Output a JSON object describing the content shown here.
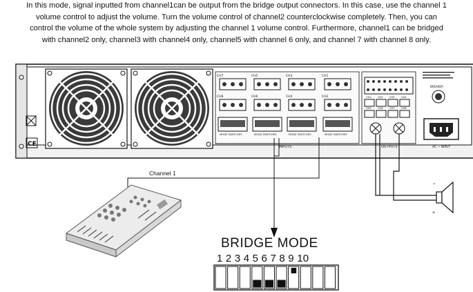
{
  "description_lines": [
    "In this mode, signal inputted from channel1can be output from the bridge output connectors. In this case, use the channel 1",
    "volume control to adjust the volume. Turn the volume control of channel2 counterclockwise completely. Then, you can",
    "control the volume of the whole system by adjusting the channel 1 volume control. Furthermore, channel1 can be bridged",
    "with channel2 only, channel3 with channel4 only, channel5 with channel 6 only, and channel 7 with channel 8 only."
  ],
  "channel_label": "Channel 1",
  "mode_title": "BRIDGE MODE",
  "dip_numbers": "1 2 3 4 5 6 7 8 9 10",
  "dip_switches": {
    "positions": [
      "up",
      "up",
      "up",
      "down",
      "down",
      "down",
      "up",
      "up",
      "up",
      "up"
    ]
  },
  "panel_labels": {
    "inputs": "INPUTS",
    "outputs": "OUTPUTS",
    "ac_input": "AC ~ INPUT",
    "breaker": "BREAKER",
    "mode_switches": [
      "MODE SWITCHES",
      "MODE SWITCHES",
      "MODE SWITCHES",
      "MODE SWITCHES"
    ],
    "channel_tags_top": [
      "CH7",
      "CH5",
      "CH3",
      "CH1"
    ],
    "channel_tags_bottom": [
      "CH8",
      "CH6",
      "CH4",
      "CH2"
    ],
    "speakon_tags": [
      "CH1",
      "CH2",
      "CH3",
      "CH4",
      "CH5",
      "CH6",
      "CH7",
      "CH8"
    ]
  },
  "speaker_polarity": {
    "minus": "-",
    "plus": "+"
  },
  "colors": {
    "line": "#111111",
    "panel": "#f2f2f2",
    "fan": "#3a3a3a"
  }
}
